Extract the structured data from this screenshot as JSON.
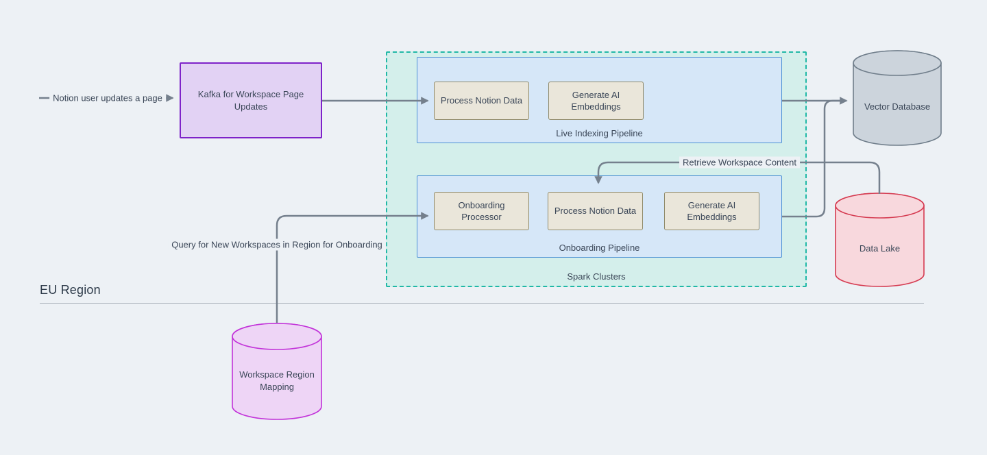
{
  "region": {
    "label": "EU Region"
  },
  "nodes": {
    "kafka": "Kafka for Workspace Page Updates",
    "spark_clusters": "Spark Clusters",
    "live_indexing_pipeline": "Live Indexing Pipeline",
    "li_process_notion_data": "Process Notion Data",
    "li_generate_ai_embeddings": "Generate AI Embeddings",
    "onboarding_pipeline": "Onboarding Pipeline",
    "ob_onboarding_processor": "Onboarding Processor",
    "ob_process_notion_data": "Process Notion Data",
    "ob_generate_ai_embeddings": "Generate AI Embeddings",
    "vector_database": "Vector Database",
    "data_lake": "Data Lake",
    "workspace_region_mapping": "Workspace Region Mapping"
  },
  "edge_labels": {
    "notion_user_updates": "Notion user updates a page",
    "retrieve_workspace_content": "Retrieve Workspace Content",
    "query_new_workspaces": "Query for New Workspaces in Region for Onboarding"
  },
  "colors": {
    "background": "#edf1f5",
    "kafka_fill": "#e2d2f4",
    "kafka_border": "#7e22c9",
    "spark_fill": "#d4efeb",
    "spark_border": "#20b8a6",
    "pipeline_fill": "#d6e7f8",
    "pipeline_border": "#4a8fd3",
    "task_fill": "#eae6da",
    "task_border": "#8f8969",
    "vector_database_fill": "#ccd4dc",
    "vector_database_border": "#6f7d8a",
    "data_lake_fill": "#f8d8dd",
    "data_lake_border": "#d53a50",
    "workspace_region_mapping_fill": "#eed5f6",
    "workspace_region_mapping_border": "#c233d9",
    "edge_line": "#75808d",
    "text": "#3a4657",
    "divider": "#a9b1ba"
  }
}
